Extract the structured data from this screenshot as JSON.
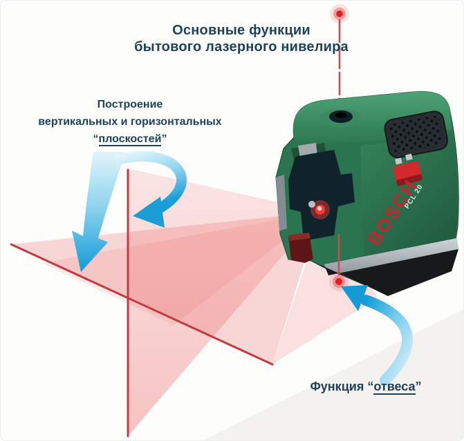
{
  "title": {
    "line1": "Основные функции",
    "line2": "бытового лазерного нивелира"
  },
  "planes_label": {
    "line1": "Построение",
    "line2": "вертикальных и горизонтальных",
    "quote_open": "“",
    "word": "плоскостей",
    "quote_close": "”"
  },
  "plumb_label": {
    "prefix": "Функция ",
    "quote_open": "“",
    "word": "отвеса",
    "quote_close": "”"
  },
  "device": {
    "brand": "BOSCH",
    "model": "PCL 20"
  },
  "colors": {
    "text_navy": "#1e4258",
    "laser_red": "#c23a3f",
    "laser_dot": "#e11f26",
    "plane_pink": "rgba(235,90,90,0.25)",
    "arrow_blue": "#149bd7",
    "device_green": "#2b7450",
    "bosch_red": "#c1272d"
  }
}
